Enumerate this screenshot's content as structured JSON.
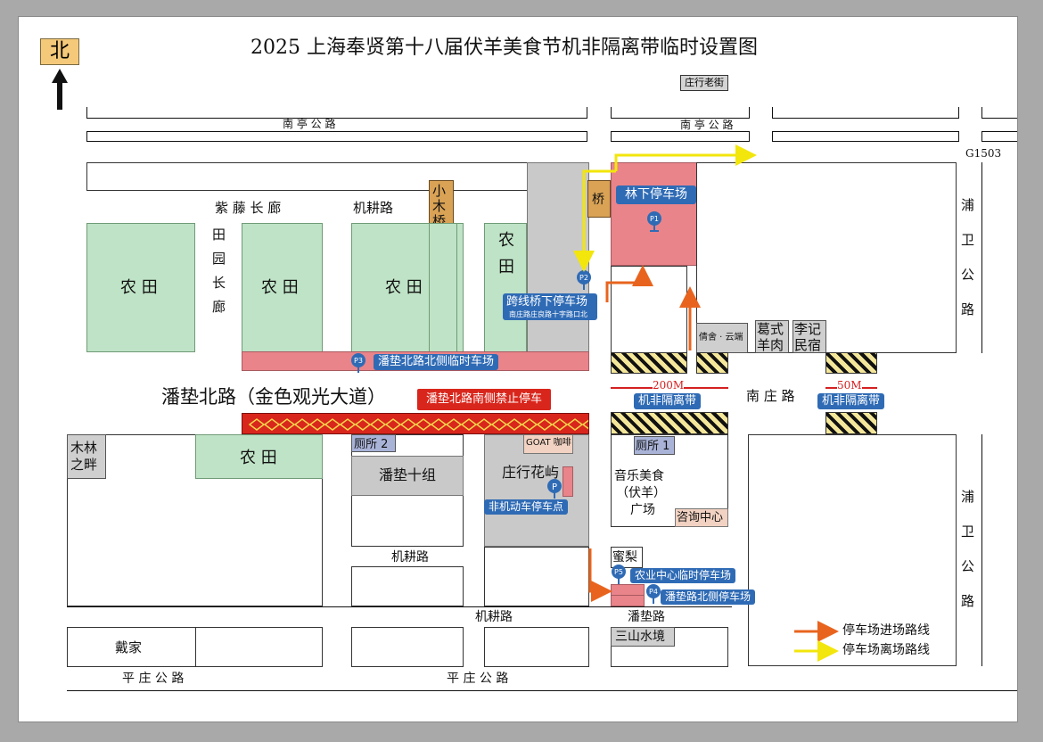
{
  "title": "2025 上海奉贤第十八届伏羊美食节机非隔离带临时设置图",
  "north": "北",
  "roads": {
    "nanting_left": "南  亭  公  路",
    "nanting_right": "南 亭 公 路",
    "g1503": "G1503",
    "puwei": "浦卫公路",
    "panxian": "潘垫北路（金色观光大道）",
    "nanzhuang": "南 庄 路",
    "jigeng_top": "机耕路",
    "jigeng_mid": "机耕路",
    "jigeng_bottom": "机耕路",
    "panxian_road": "潘垫路",
    "pingzhuang_left": "平 庄 公 路",
    "pingzhuang_right": "平 庄 公 路",
    "ziteng": "紫 藤 长 廊",
    "tianyuan": "田园长廊"
  },
  "places": {
    "zhuanghang_old_street": "庄行老街",
    "xiaomuqiao": "小木桥",
    "qiao": "桥",
    "farm": "农 田",
    "farm_v": "农田",
    "qingshe": "倩舍 · 云端",
    "geshi": "葛式羊肉",
    "liji": "李记民宿",
    "mulin": "木林之畔",
    "toilet2": "厕所 2",
    "toilet1": "厕所 1",
    "panxian10": "潘垫十组",
    "goat_cafe": "GOAT 咖啡",
    "zhuanghang_huayu": "庄行花屿",
    "music_food": "音乐美食",
    "fuyang": "（伏羊）",
    "guangchang": "广场",
    "info_center": "咨询中心",
    "miji": "蜜梨",
    "daijia": "戴家",
    "sanshan": "三山水境"
  },
  "parking": {
    "p1": {
      "code": "P1",
      "label": "林下停车场"
    },
    "p2": {
      "code": "P2",
      "label": "跨线桥下停车场",
      "sub": "南庄路庄良路十字路口北"
    },
    "p3": {
      "code": "P3",
      "label": "潘垫北路北侧临时车场"
    },
    "p4": {
      "code": "P4",
      "label": "潘垫路北侧停车场"
    },
    "p5": {
      "code": "P5",
      "label": "农业中心临时停车场"
    },
    "nonmotor": {
      "code": "P",
      "label": "非机动车停车点"
    },
    "no_parking": "潘垫北路南侧禁止停车"
  },
  "barriers": {
    "left_length": "200M",
    "right_length": "50M",
    "label": "机非隔离带"
  },
  "legend": {
    "enter": "停车场进场路线",
    "exit": "停车场离场路线",
    "enter_color": "#e8641e",
    "exit_color": "#f2e60c"
  }
}
